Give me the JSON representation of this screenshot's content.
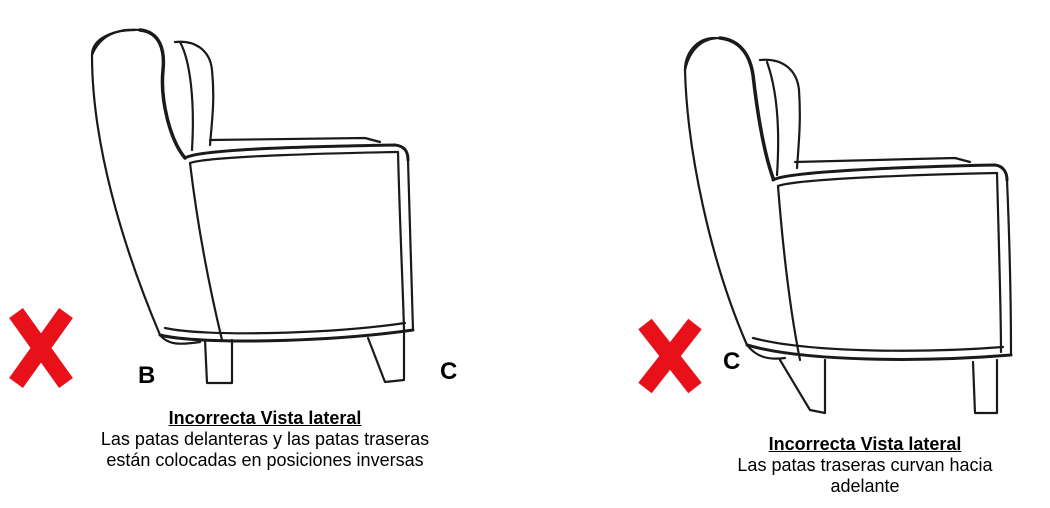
{
  "left": {
    "label_front": "B",
    "label_back": "C",
    "caption_title": "Incorrecta Vista lateral",
    "caption_line1": "Las patas delanteras y las patas traseras",
    "caption_line2": "están colocadas en posiciones inversas"
  },
  "right": {
    "label_front": "C",
    "caption_title": "Incorrecta Vista lateral",
    "caption_line1": "Las patas traseras curvan hacia",
    "caption_line2": "adelante"
  },
  "colors": {
    "x_mark": "#e8111a",
    "line": "#1a1a1a"
  },
  "icons": [
    "incorrect-x-icon",
    "armchair-side-view-icon"
  ]
}
